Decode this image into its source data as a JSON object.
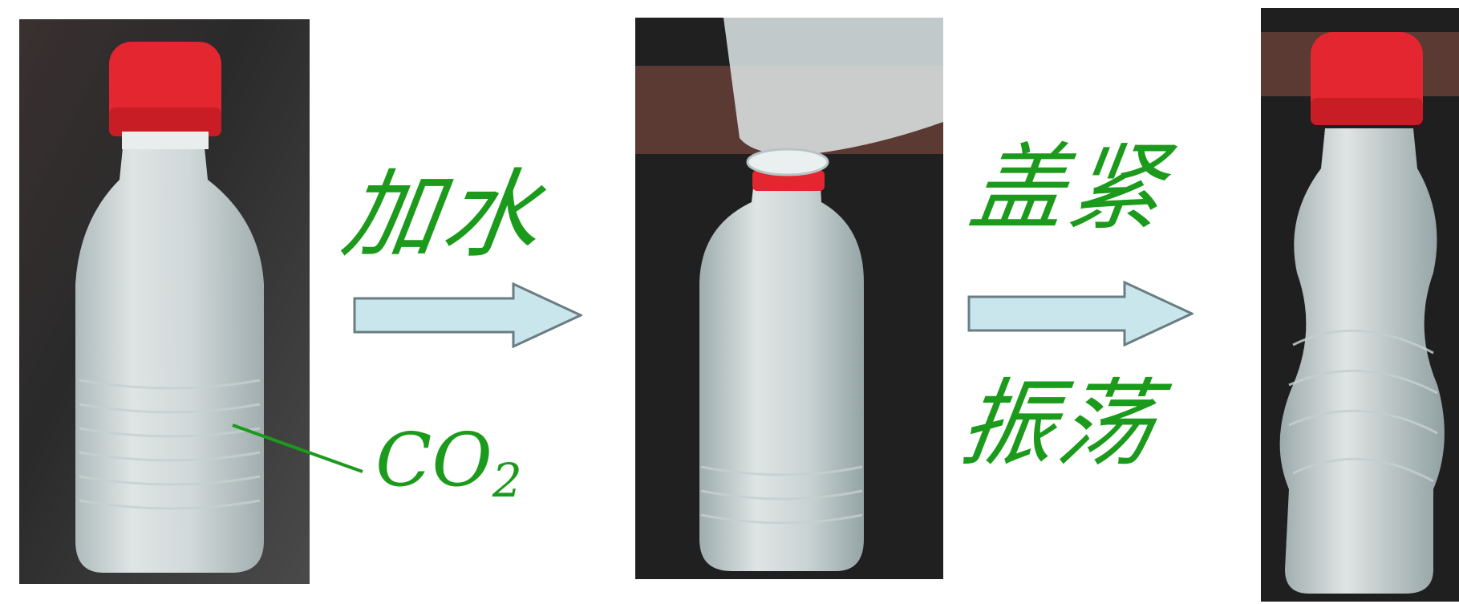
{
  "labels": {
    "add_water": "加水",
    "cap_tight": "盖紧",
    "shake": "振荡",
    "co2_main": "CO",
    "co2_sub": "2"
  },
  "colors": {
    "label_green": "#1b9a1b",
    "arrow_fill": "#c8e6ec",
    "arrow_stroke": "#6a7d82",
    "cap_red": "#e3262f",
    "background_dark": "#1d1d1d"
  },
  "icons": {
    "arrow": "right-arrow-icon",
    "bottle": "bottle-icon"
  }
}
